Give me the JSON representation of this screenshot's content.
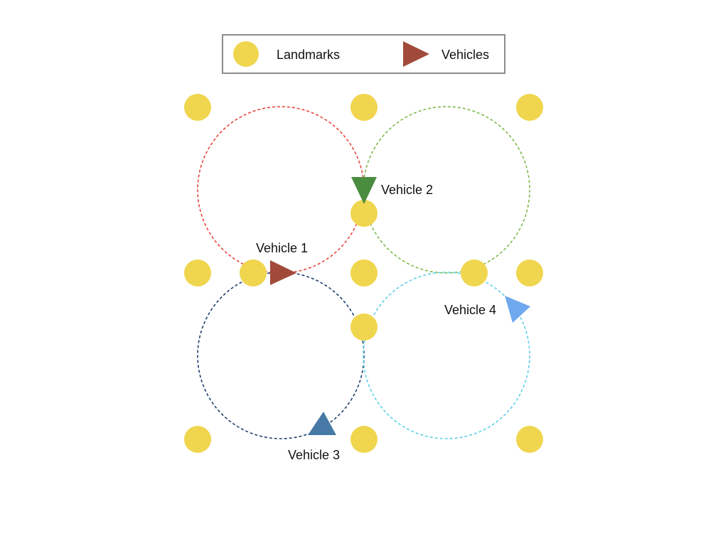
{
  "legend": {
    "landmarks_label": "Landmarks",
    "vehicles_label": "Vehicles",
    "landmark_icon": "yellow-circle",
    "vehicle_icon": "triangle"
  },
  "colors": {
    "landmark": "#F0D54E",
    "legend_vehicle": "#A24A3A",
    "vehicle_1_path": "#E8453C",
    "vehicle_2_path": "#7DB94C",
    "vehicle_3_path": "#1F3F6E",
    "vehicle_4_path": "#5FD0EA",
    "vehicle_1": "#A24A3A",
    "vehicle_2": "#4A8D3F",
    "vehicle_3": "#4779A6",
    "vehicle_4": "#6EA8EE"
  },
  "vehicles": [
    {
      "label": "Vehicle 1",
      "heading": "right"
    },
    {
      "label": "Vehicle 2",
      "heading": "down"
    },
    {
      "label": "Vehicle 3",
      "heading": "up"
    },
    {
      "label": "Vehicle 4",
      "heading": "down-right"
    }
  ]
}
